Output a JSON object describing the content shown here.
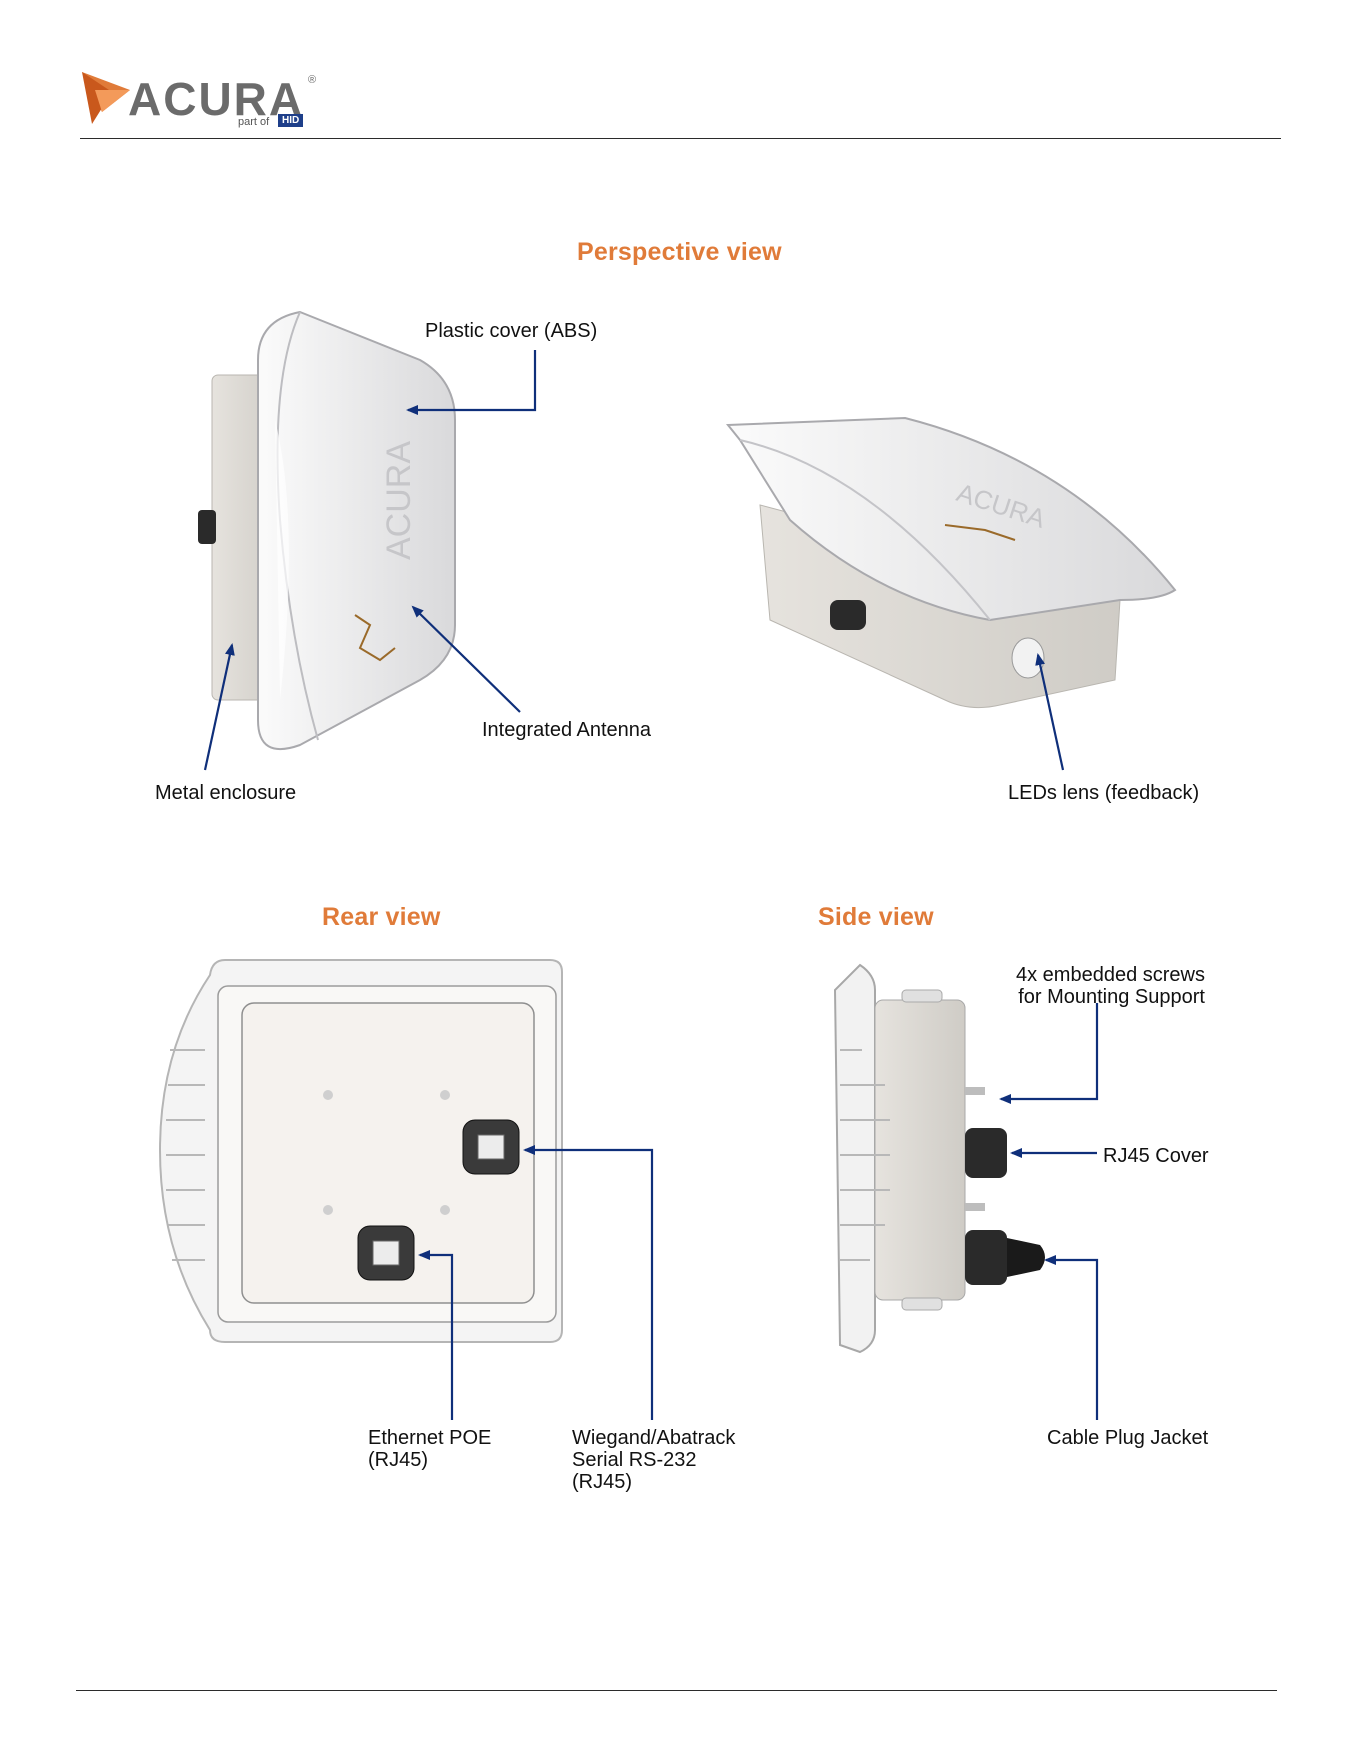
{
  "brand": {
    "name": "ACURA",
    "registered": "®",
    "part_of": "part of",
    "parent": "HID",
    "colors": {
      "orange": "#e07b39",
      "gray": "#6b6b6b",
      "hid_blue": "#1e3f8a",
      "arrow_blue": "#0f2f7a"
    }
  },
  "sections": {
    "perspective": {
      "title": "Perspective view",
      "labels": {
        "plastic_cover": "Plastic cover (ABS)",
        "integrated_antenna": "Integrated Antenna",
        "metal_enclosure": "Metal enclosure",
        "leds_lens": "LEDs lens (feedback)"
      }
    },
    "rear": {
      "title": "Rear view",
      "labels": {
        "ethernet_line1": "Ethernet POE",
        "ethernet_line2": "(RJ45)",
        "wiegand_line1": "Wiegand/Abatrack",
        "wiegand_line2": "Serial RS-232",
        "wiegand_line3": "(RJ45)"
      }
    },
    "side": {
      "title": "Side view",
      "labels": {
        "screws_line1": "4x embedded screws",
        "screws_line2": "for Mounting Support",
        "rj45_cover": "RJ45 Cover",
        "cable_plug_jacket": "Cable Plug Jacket"
      }
    }
  }
}
